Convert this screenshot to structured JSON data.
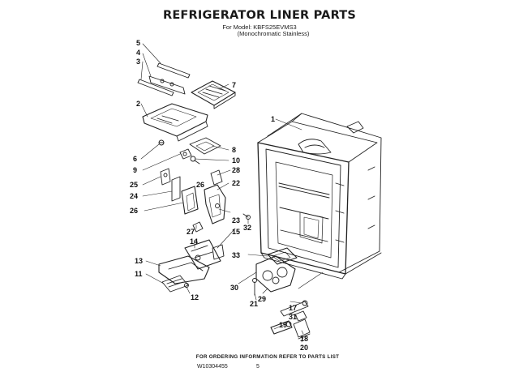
{
  "header": {
    "title": "REFRIGERATOR LINER PARTS",
    "model_line": "For Model: KBFS25EVMS3",
    "variant_line": "(Monochromatic Stainless)"
  },
  "callouts": {
    "c1": "1",
    "c2": "2",
    "c3": "3",
    "c4": "4",
    "c5": "5",
    "c6": "6",
    "c7": "7",
    "c8": "8",
    "c9": "9",
    "c10": "10",
    "c11": "11",
    "c12": "12",
    "c13": "13",
    "c14": "14",
    "c15": "15",
    "c17": "17",
    "c18": "18",
    "c19": "19",
    "c20": "20",
    "c21": "21",
    "c22": "22",
    "c23": "23",
    "c24": "24",
    "c25": "25",
    "c26a": "26",
    "c26b": "26",
    "c27": "27",
    "c28": "28",
    "c29": "29",
    "c30": "30",
    "c31": "31",
    "c32": "32",
    "c33": "33"
  },
  "footer": {
    "note": "FOR ORDERING INFORMATION REFER TO PARTS LIST",
    "doc_number": "W10304455",
    "page": "5"
  }
}
